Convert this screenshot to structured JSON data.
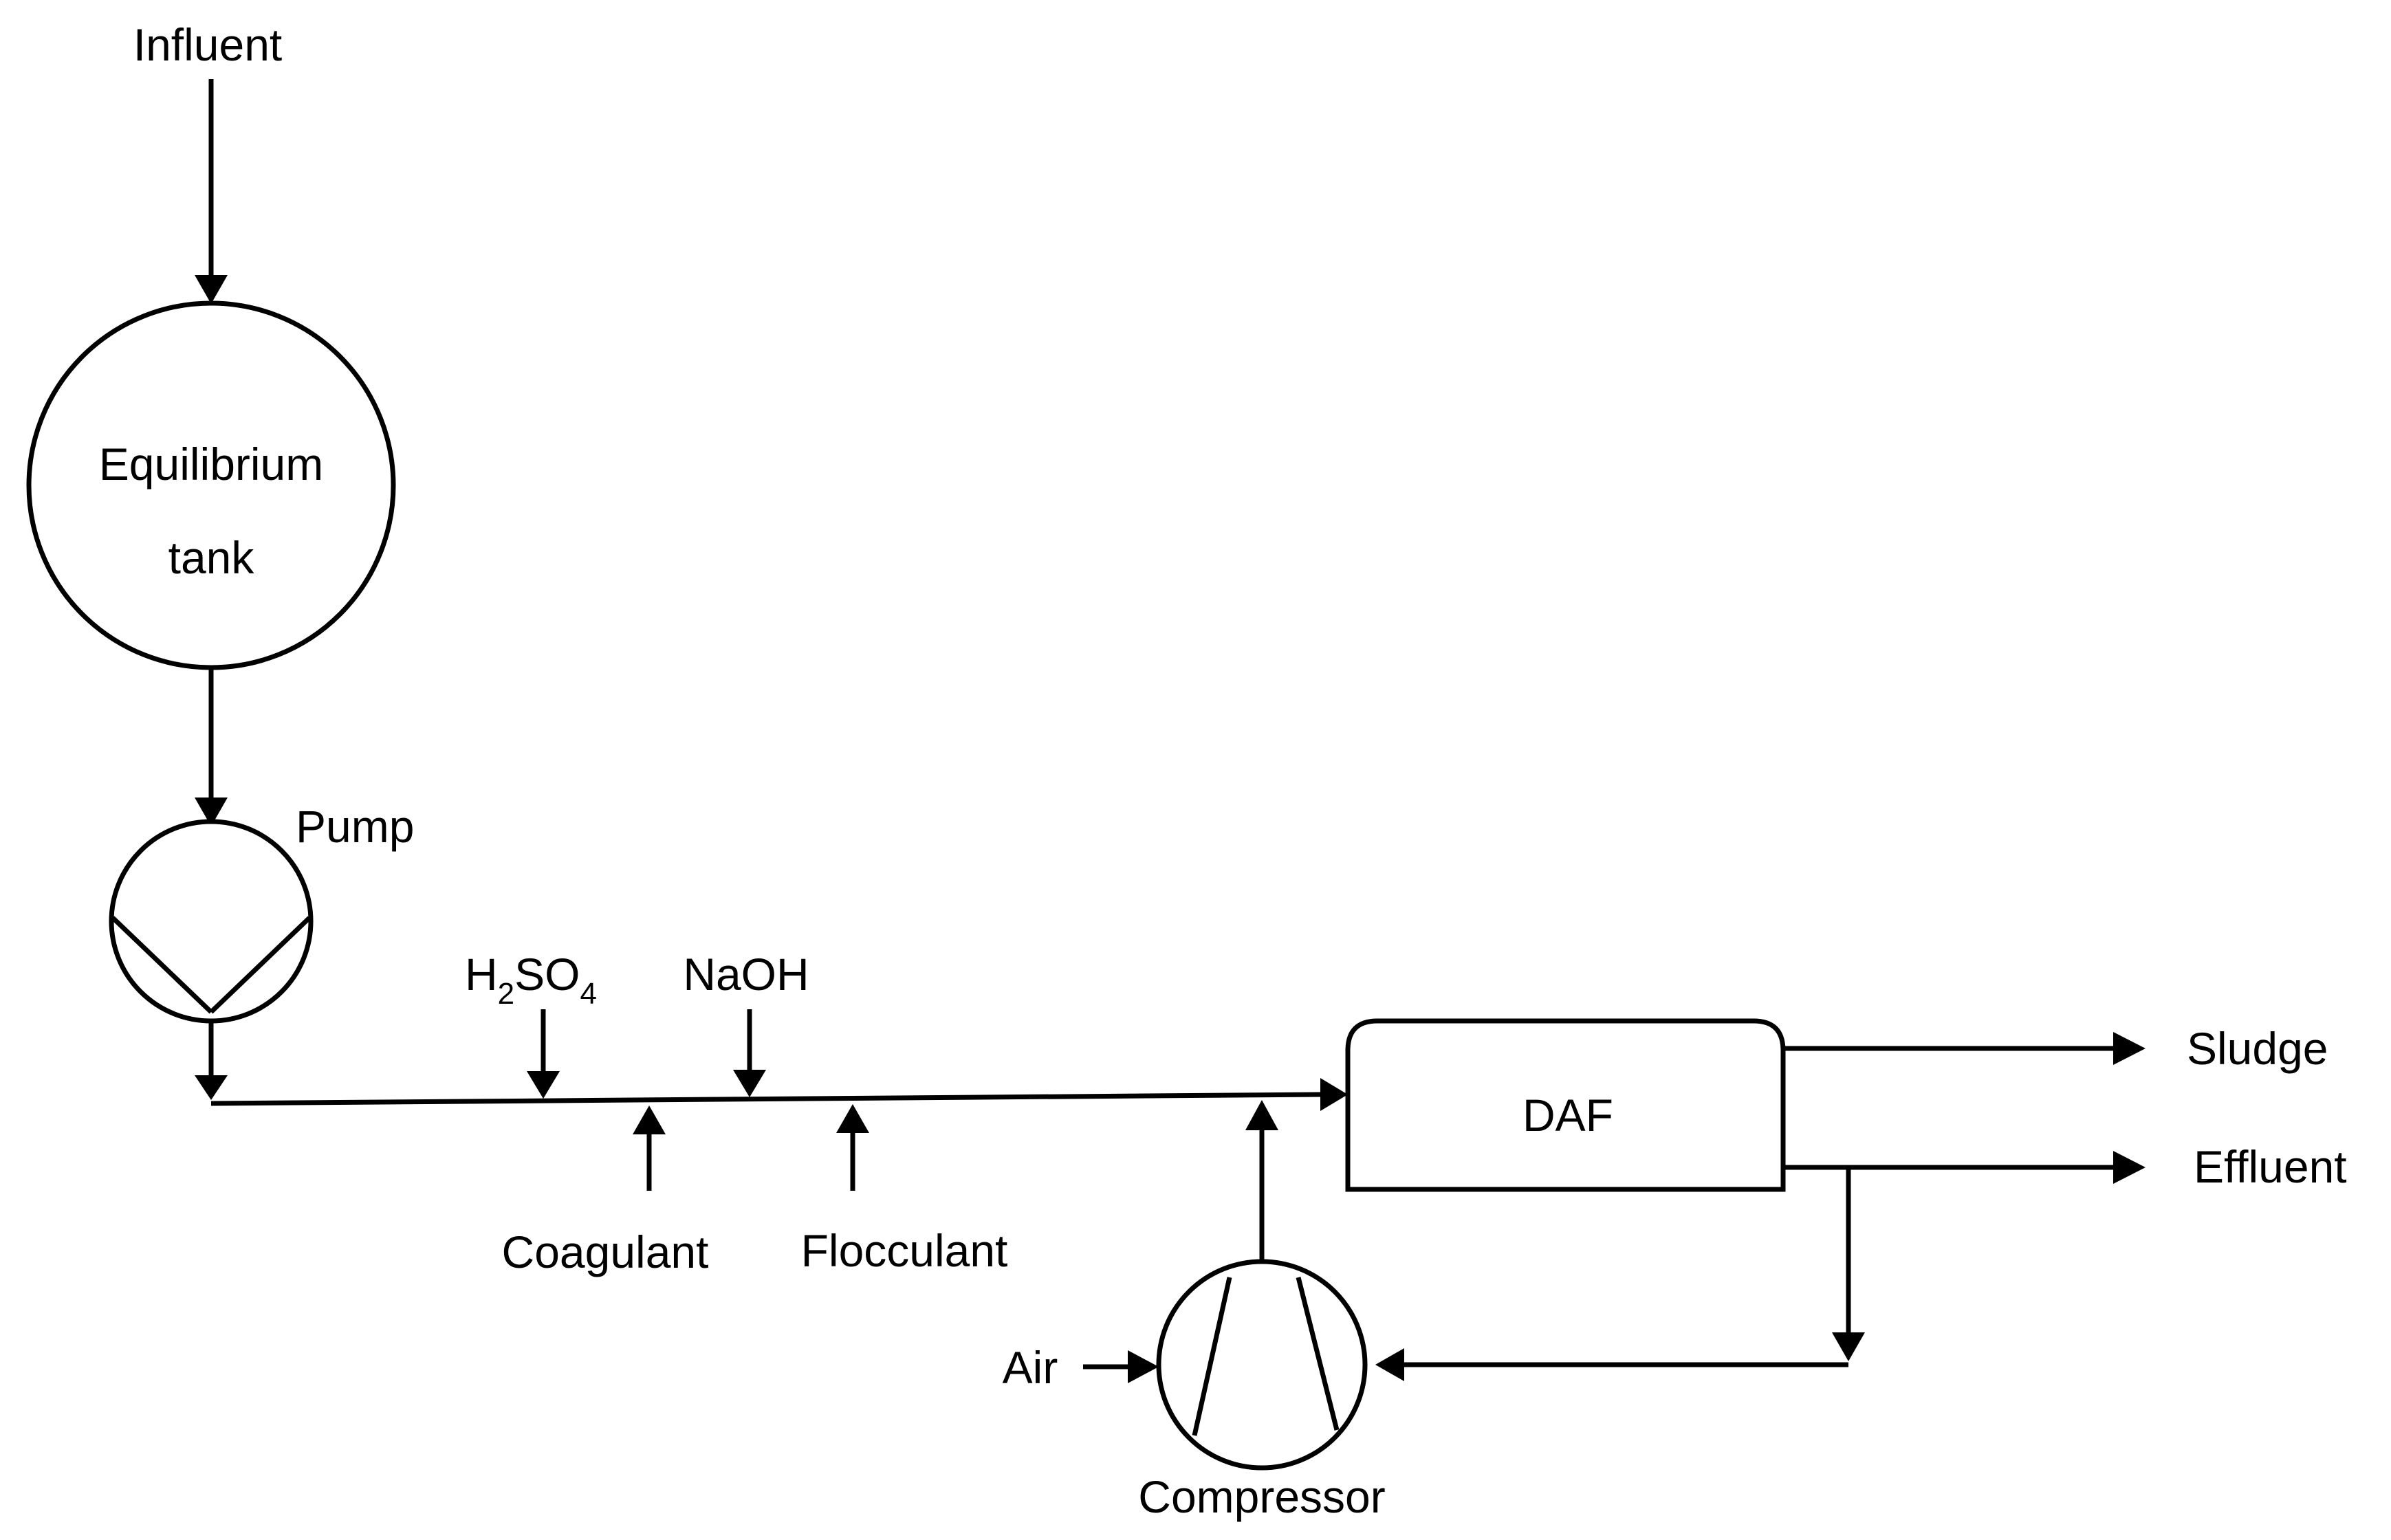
{
  "labels": {
    "influent": "Influent",
    "tank_line1": "Equilibrium",
    "tank_line2": "tank",
    "pump": "Pump",
    "h2so4_h": "H",
    "h2so4_sub2": "2",
    "h2so4_so": "SO",
    "h2so4_sub4": "4",
    "naoh": "NaOH",
    "coagulant": "Coagulant",
    "flocculant": "Flocculant",
    "daf": "DAF",
    "sludge": "Sludge",
    "effluent": "Effluent",
    "air": "Air",
    "compressor": "Compressor"
  }
}
